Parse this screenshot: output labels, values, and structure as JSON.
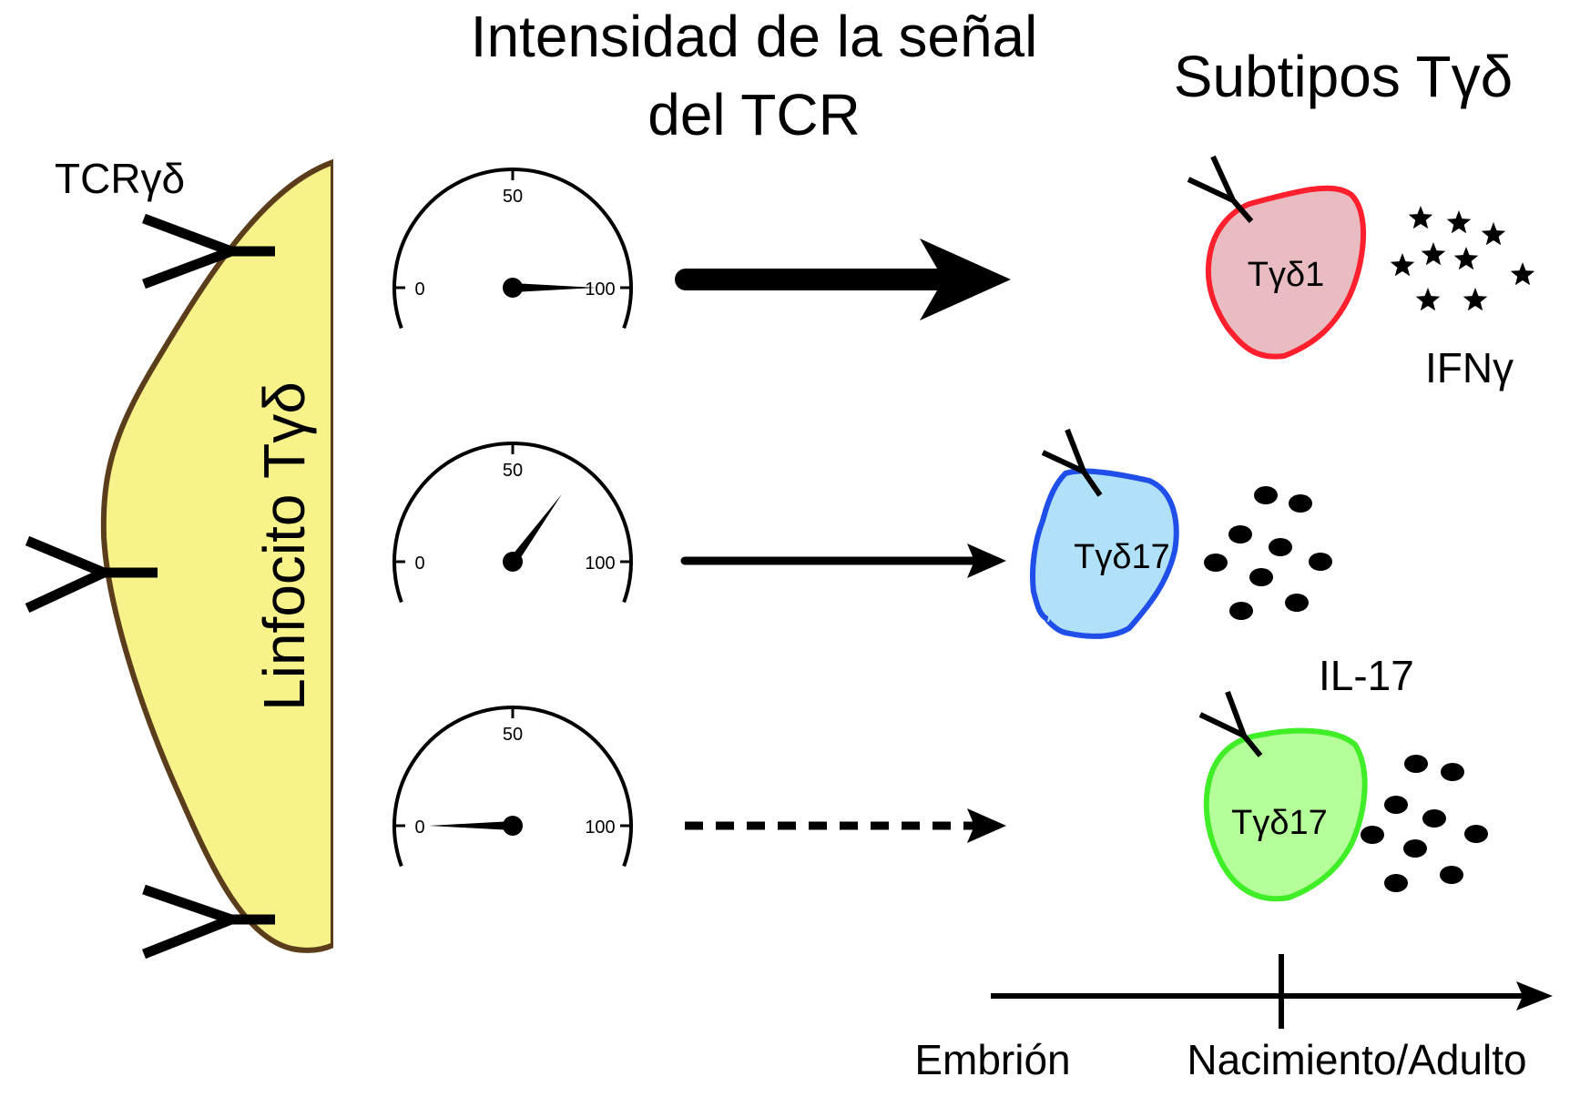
{
  "diagram": {
    "left_label": "Linfocito Tγδ",
    "tcr_label": "TCRγδ",
    "header_center_line1": "Intensidad de la señal",
    "header_center_line2": "del TCR",
    "header_right": "Subtipos Tγδ",
    "gauges": [
      {
        "min_label": "0",
        "mid_label": "50",
        "max_label": "100",
        "reading": 100
      },
      {
        "min_label": "0",
        "mid_label": "50",
        "max_label": "100",
        "reading": 70
      },
      {
        "min_label": "0",
        "mid_label": "50",
        "max_label": "100",
        "reading": 0
      }
    ],
    "arrows": [
      {
        "style": "thick"
      },
      {
        "style": "thin"
      },
      {
        "style": "dashed"
      }
    ],
    "cells": [
      {
        "label": "Tγδ1",
        "fill": "#e9bcc2",
        "stroke": "#ff1f2d"
      },
      {
        "label": "Tγδ17",
        "fill": "#b1e1f8",
        "stroke": "#1f4fe8"
      },
      {
        "label": "Tγδ17",
        "fill": "#b5ff9a",
        "stroke": "#40ee28"
      }
    ],
    "cytokines": [
      {
        "label": "IFNγ",
        "shape": "star"
      },
      {
        "label": "IL-17",
        "shape": "dot"
      }
    ],
    "timeline": {
      "start_label": "Embrión",
      "end_label": "Nacimiento/Adulto"
    },
    "colors": {
      "lymphocyte_fill": "#f7f28a",
      "lymphocyte_stroke": "#5c3d1b"
    }
  }
}
